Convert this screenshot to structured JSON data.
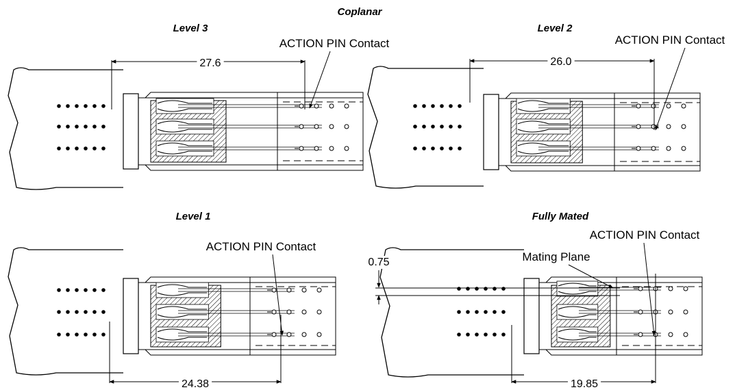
{
  "diagram": {
    "header": "Coplanar",
    "panels": [
      {
        "id": "level3",
        "title": "Level 3",
        "callouts": [
          "ACTION PIN Contact"
        ],
        "dimension": "27.6"
      },
      {
        "id": "level2",
        "title": "Level 2",
        "callouts": [
          "ACTION PIN Contact"
        ],
        "dimension": "26.0"
      },
      {
        "id": "level1",
        "title": "Level 1",
        "callouts": [
          "ACTION PIN Contact"
        ],
        "dimension": "24.38"
      },
      {
        "id": "fully-mated",
        "title": "Fully Mated",
        "callouts": [
          "ACTION PIN Contact",
          "Mating Plane"
        ],
        "dimension": "19.85",
        "offset_dimension": "0.75"
      }
    ]
  }
}
